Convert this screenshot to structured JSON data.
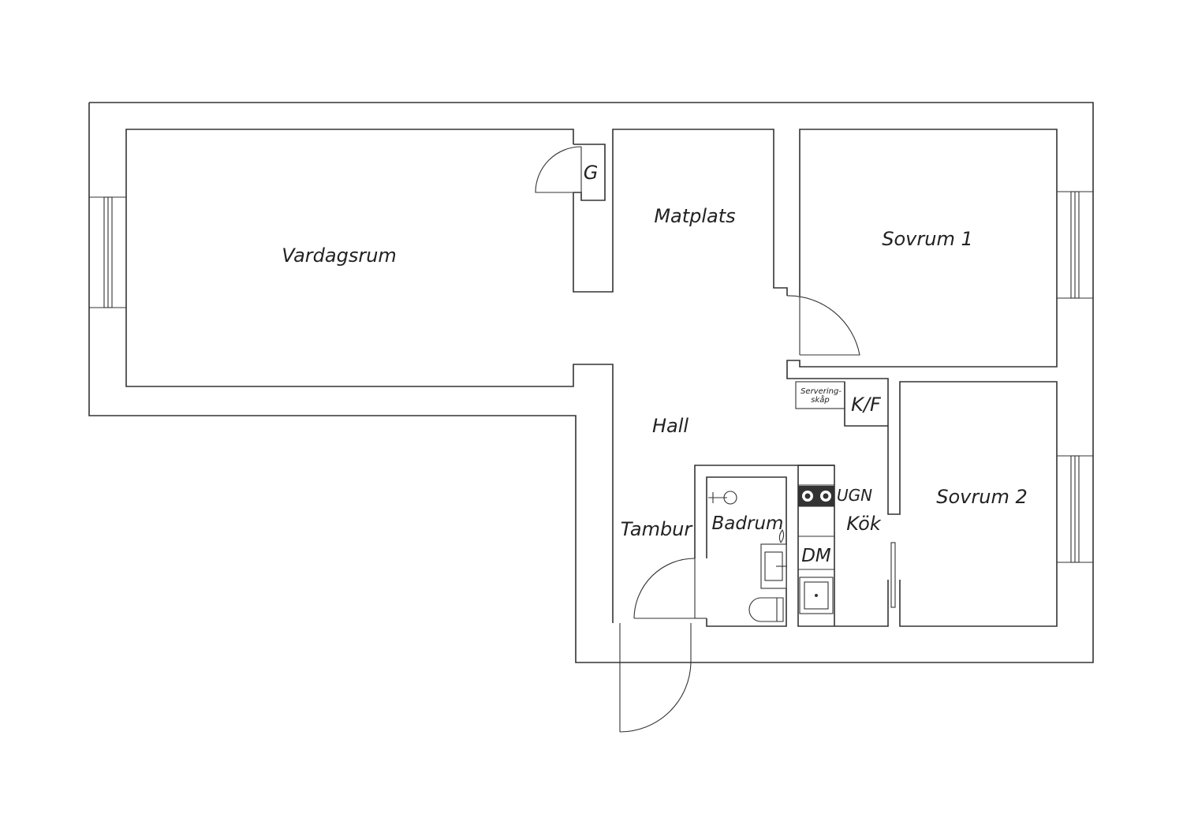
{
  "rooms": {
    "vardagsrum": "Vardagsrum",
    "matplats": "Matplats",
    "sovrum1": "Sovrum 1",
    "sovrum2": "Sovrum 2",
    "hall": "Hall",
    "tambur": "Tambur",
    "badrum": "Badrum",
    "kok": "Kök"
  },
  "fixtures": {
    "g": "G",
    "kf": "K/F",
    "ugn": "UGN",
    "dm": "DM",
    "servering_line1": "Servering-",
    "servering_line2": "skåp"
  }
}
